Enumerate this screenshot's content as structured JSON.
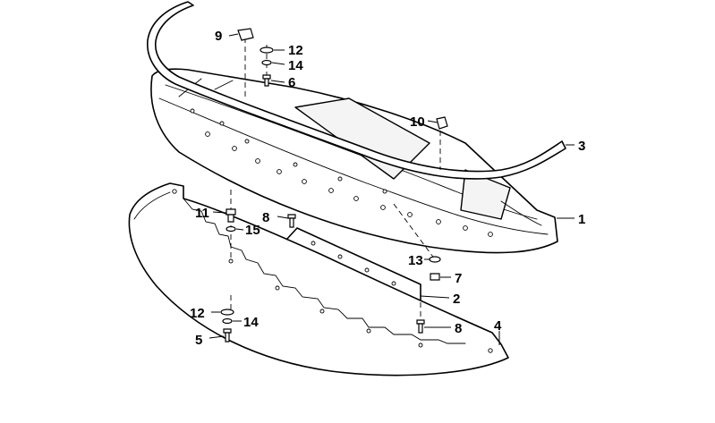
{
  "callouts": {
    "c1": "1",
    "c2": "2",
    "c3": "3",
    "c4": "4",
    "c5": "5",
    "c6": "6",
    "c7": "7",
    "c8a": "8",
    "c8b": "8",
    "c9": "9",
    "c10": "10",
    "c11": "11",
    "c12a": "12",
    "c12b": "12",
    "c13": "13",
    "c14a": "14",
    "c14b": "14",
    "c15": "15"
  }
}
